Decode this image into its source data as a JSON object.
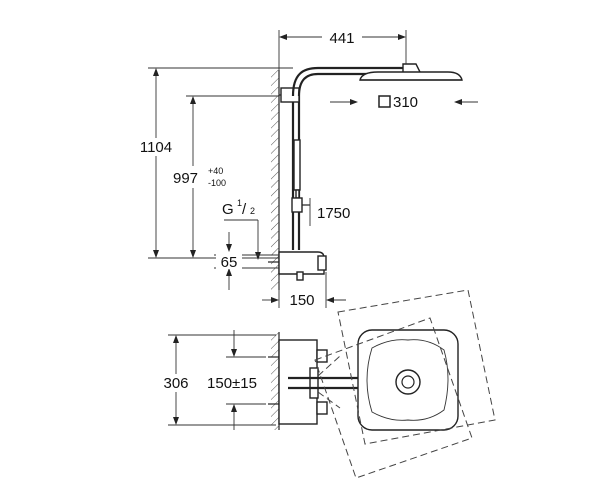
{
  "dimensions": {
    "arm_length": "441",
    "head_size": "310",
    "total_height": "1104",
    "adjustable_height": "997",
    "adjustable_tol_plus": "+40",
    "adjustable_tol_minus": "-100",
    "connection": "G",
    "connection_num": "1",
    "connection_den": "2",
    "connection_depth": "65",
    "handshower_height": "1750",
    "thermostat_depth": "150",
    "bracket_height": "306",
    "inlet_centres": "150±15"
  }
}
